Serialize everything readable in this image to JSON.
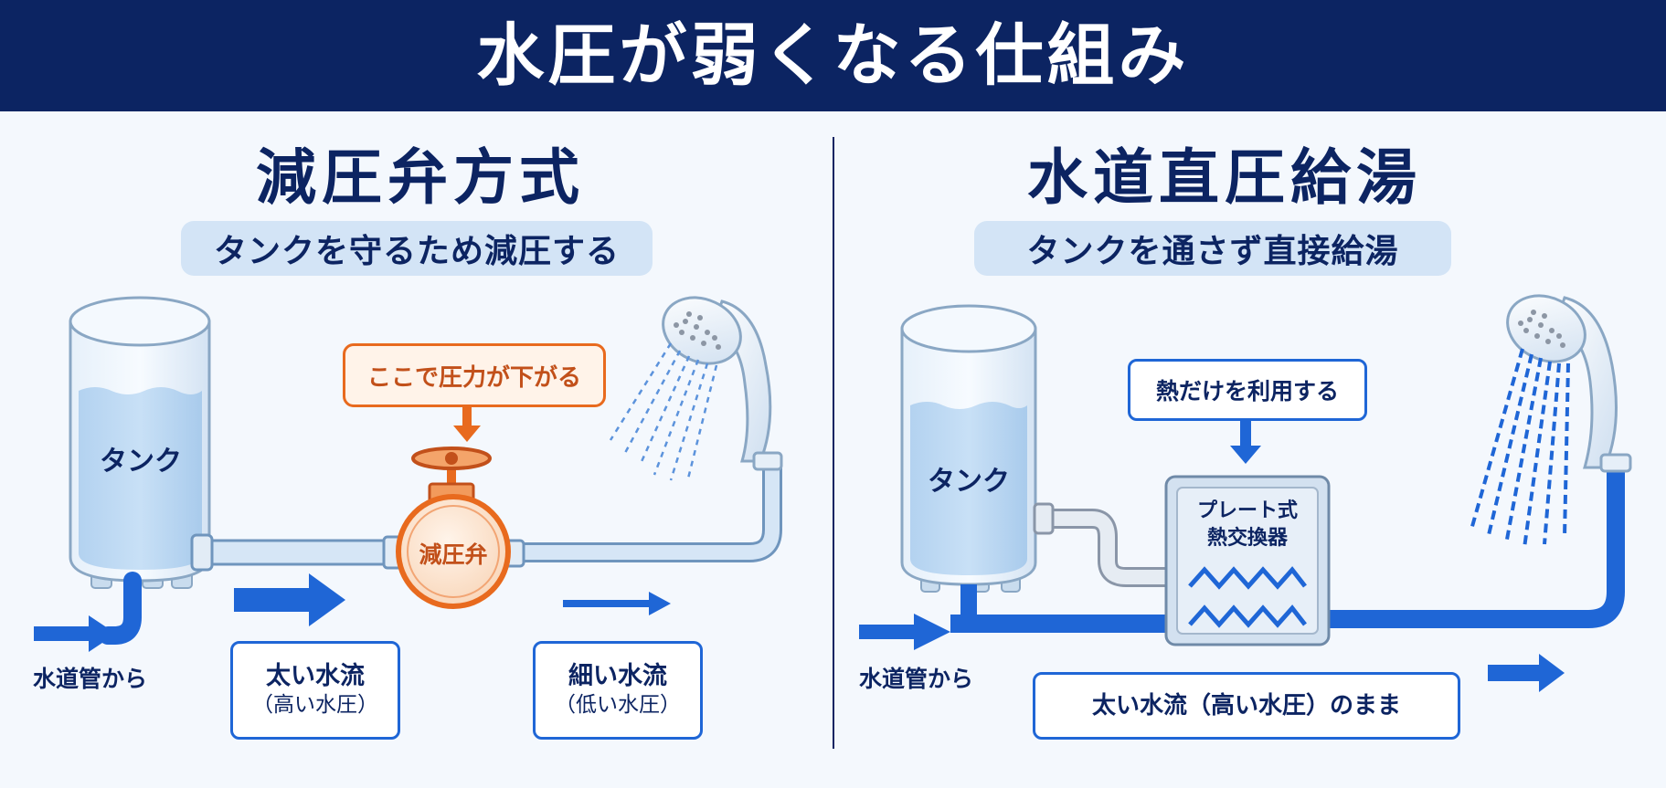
{
  "header": {
    "title": "水圧が弱くなる仕組み"
  },
  "left": {
    "title": "減圧弁方式",
    "subtitle": "タンクを守るため減圧する",
    "tank_label": "タンク",
    "inlet_label": "水道管から",
    "callout": "ここで圧力が下がる",
    "valve_label": "減圧弁",
    "flow_before": {
      "main": "太い水流",
      "sub": "（高い水圧）"
    },
    "flow_after": {
      "main": "細い水流",
      "sub": "（低い水圧）"
    }
  },
  "right": {
    "title": "水道直圧給湯",
    "subtitle": "タンクを通さず直接給湯",
    "tank_label": "タンク",
    "inlet_label": "水道管から",
    "callout": "熱だけを利用する",
    "exchanger_line1": "プレート式",
    "exchanger_line2": "熱交換器",
    "flow_label": "太い水流（高い水圧）のまま"
  },
  "colors": {
    "navy": "#0c2462",
    "blue": "#1f66d6",
    "orange": "#e86a1e",
    "water": "#b9d6f2",
    "pipe": "#d6e6f6"
  }
}
